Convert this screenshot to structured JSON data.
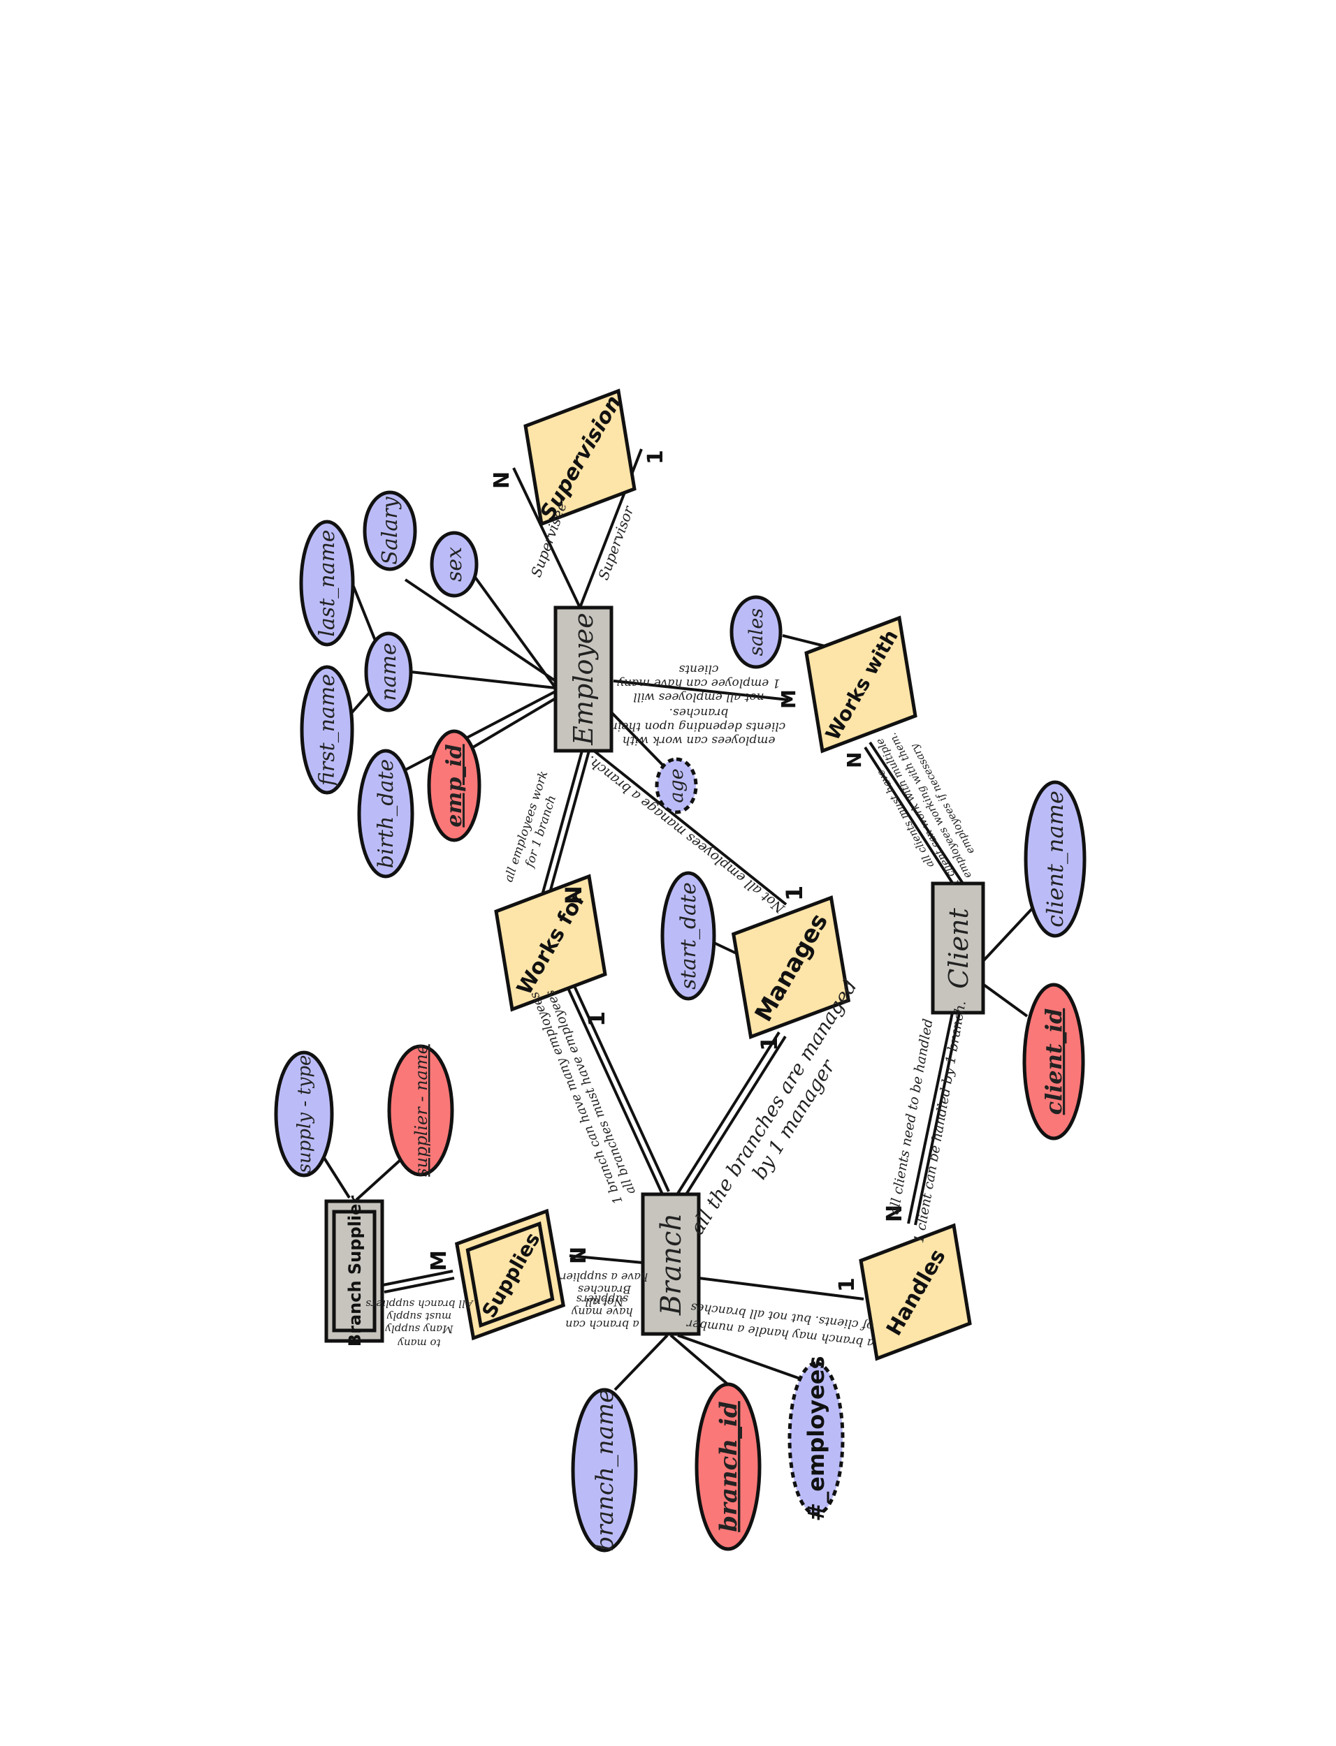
{
  "colors": {
    "entity_fill": "#c6c4bd",
    "relationship_fill": "#fde4a8",
    "attribute_fill": "#bbbcf7",
    "key_attribute_fill": "#fb7878"
  },
  "entities": {
    "employee": "Employee",
    "client": "Client",
    "branch": "Branch",
    "branch_supplier": "Branch Supplier"
  },
  "relationships": {
    "supervision": "Supervision",
    "works_with": "Works with",
    "works_for": "Works for",
    "manages": "Manages",
    "handles": "Handles",
    "supplies": "Supplies"
  },
  "attributes": {
    "last_name": "last_name",
    "salary": "Salary",
    "sex": "sex",
    "first_name": "first_name",
    "name": "name",
    "birth_date": "birth_date",
    "emp_id": "emp_id",
    "age": "age",
    "sales": "sales",
    "start_date": "start_date",
    "client_name": "client_name",
    "client_id": "client_id",
    "supply_type": "supply - type",
    "supplier_name": "supplier - name",
    "branch_name": "branch_name",
    "branch_id": "branch_id",
    "num_employees": "#_employees"
  },
  "cardinalities": {
    "supervision_n": "N",
    "supervision_1": "1",
    "works_with_m": "M",
    "works_with_n": "N",
    "works_for_n": "N",
    "works_for_1": "1",
    "manages_top": "1",
    "manages_bottom": "1",
    "handles_n": "N",
    "handles_1": "1",
    "supplies_n": "N",
    "supplies_m": "M"
  },
  "role_labels": {
    "supervisee": "Supervisee",
    "supervisor": "Supervisor"
  },
  "notes": {
    "works_with_employee": [
      "employees can work with",
      "clients depending upon their",
      "branches.",
      "not all employees will",
      "1 employee can have many",
      "clients"
    ],
    "works_with_client": [
      "all clients must have",
      "1 client can work with multiple",
      "employees working with them.",
      "employees if necessary"
    ],
    "works_for": [
      "all employees work",
      "for 1 branch"
    ],
    "manages_employee": [
      "Not all employees manage a branch."
    ],
    "works_for_branch": [
      "1 branch can have many employees",
      "all branches must have employees"
    ],
    "manages_branch": [
      "all the branches are managed",
      "by 1 manager"
    ],
    "handles_client": [
      "all clients need to be handled",
      "1 client can be handled by 1 branch."
    ],
    "handles_branch": [
      "a branch may handle a number",
      "of clients. but not all branches"
    ],
    "supplies_branch": [
      "a branch can",
      "have many",
      "suppliers",
      "Not all",
      "Branches",
      "have a supplier"
    ],
    "supplies_supplier": [
      "All branch suppliers",
      "must supply",
      "Many supply",
      "to many"
    ]
  }
}
